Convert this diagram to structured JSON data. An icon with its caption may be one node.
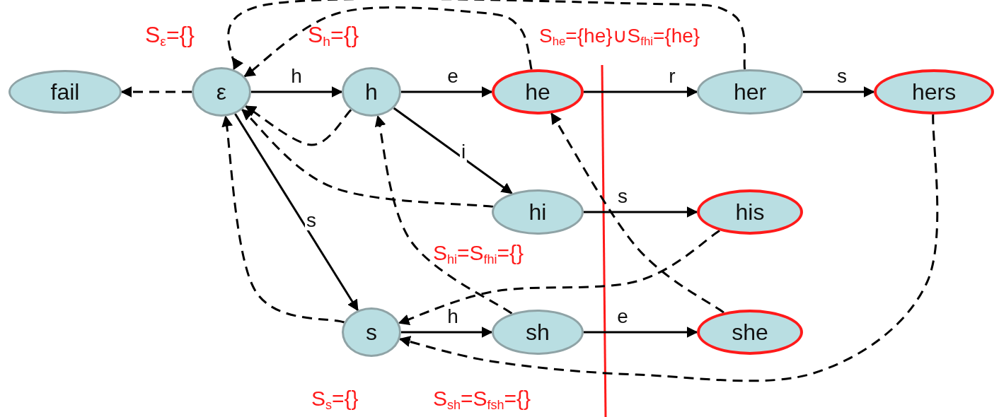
{
  "diagram": {
    "nodes": [
      {
        "text": [
          "fail"
        ]
      },
      {
        "text": [
          "ε"
        ]
      },
      {
        "text": [
          "h"
        ]
      },
      {
        "text": [
          "he"
        ]
      },
      {
        "text": [
          "her"
        ]
      },
      {
        "text": [
          "hers"
        ]
      },
      {
        "text": [
          "hi"
        ]
      },
      {
        "text": [
          "his"
        ]
      },
      {
        "text": [
          "s"
        ]
      },
      {
        "text": [
          "sh"
        ]
      },
      {
        "text": [
          "she"
        ]
      }
    ],
    "edges": [
      {
        "from": 1,
        "to": 2,
        "arrow": "to",
        "label": "h"
      },
      {
        "from": 2,
        "to": 3,
        "arrow": "to",
        "label": "e"
      },
      {
        "from": 3,
        "to": 4,
        "arrow": "to",
        "label": "r"
      },
      {
        "from": 4,
        "to": 5,
        "arrow": "to",
        "label": "s"
      },
      {
        "from": 2,
        "to": 6,
        "arrow": "to",
        "label": "i"
      },
      {
        "from": 6,
        "to": 7,
        "arrow": "to",
        "label": "s"
      },
      {
        "from": 1,
        "to": 8,
        "arrow": "to",
        "label": "s"
      },
      {
        "from": 8,
        "to": 9,
        "arrow": "to",
        "label": "h"
      },
      {
        "from": 9,
        "to": 10,
        "arrow": "to",
        "label": "e"
      },
      {
        "from": 1,
        "to": 0,
        "arrow": "to",
        "style": "dashed"
      },
      {
        "from": 2,
        "to": 1,
        "arrow": "to",
        "style": "dashed"
      },
      {
        "from": 3,
        "to": 1,
        "arrow": "to",
        "style": "dashed"
      },
      {
        "from": 4,
        "to": 1,
        "arrow": "to",
        "style": "dashed"
      },
      {
        "from": 5,
        "to": 8,
        "arrow": "to",
        "style": "dashed"
      },
      {
        "from": 6,
        "to": 1,
        "arrow": "to",
        "style": "dashed"
      },
      {
        "from": 7,
        "to": 8,
        "arrow": "to",
        "style": "dashed"
      },
      {
        "from": 9,
        "to": 2,
        "arrow": "to",
        "style": "dashed"
      },
      {
        "from": 10,
        "to": 3,
        "arrow": "to",
        "style": "dashed"
      },
      {
        "from": 8,
        "to": 1,
        "arrow": "to",
        "style": "dashed"
      }
    ],
    "labels": [
      "S$_{ε}$={}",
      "S$_{h}$={}",
      "S$_{he}$={he}∪S$_{fhi}$={he}",
      "S$_{hi}$=S$_{fhi}$={}",
      "S$_{s}$={}",
      "S$_{sh}$=S$_{fsh}$={}"
    ]
  }
}
